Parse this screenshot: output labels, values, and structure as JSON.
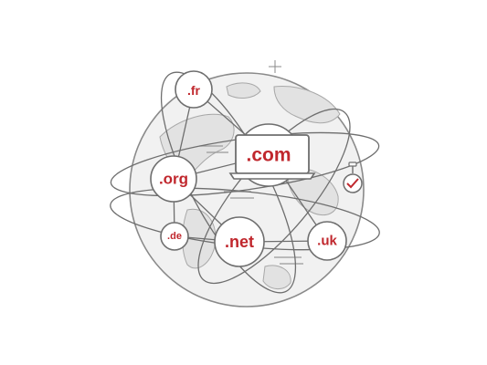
{
  "illustration": {
    "domains": [
      {
        "key": "fr",
        "label": ".fr"
      },
      {
        "key": "com",
        "label": ".com"
      },
      {
        "key": "org",
        "label": ".org"
      },
      {
        "key": "de",
        "label": ".de"
      },
      {
        "key": "net",
        "label": ".net"
      },
      {
        "key": "uk",
        "label": ".uk"
      }
    ],
    "colors": {
      "accent": "#c0272d",
      "line": "#6e6e6e",
      "globe_fill": "#f1f1f1",
      "continent_fill": "#e2e2e2",
      "background": "#ffffff"
    },
    "icons": [
      "globe-icon",
      "laptop-icon",
      "stopwatch-check-icon",
      "sparkle-icon"
    ]
  }
}
